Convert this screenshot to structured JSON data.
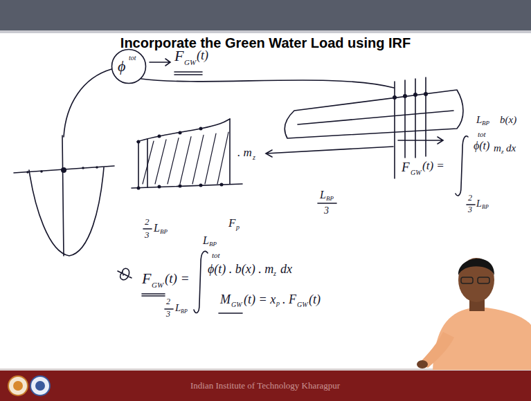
{
  "diagram": {
    "title": "Incorporate the Green Water Load using IRF",
    "nodes": [
      {
        "text": [
          "ϕ",
          "tot"
        ]
      }
    ],
    "labels": [
      "F",
      "GW",
      "(t)",
      ". m",
      "z",
      "2",
      "3",
      "L",
      "BP",
      "F",
      "p",
      "L",
      "BP",
      "3",
      "L",
      "BP",
      "b(x)",
      "tot",
      "ϕ(t)",
      "m",
      "z",
      "dx",
      "F",
      "GW",
      "(t) =",
      "2",
      "3",
      "L",
      "BP",
      "F",
      "GW",
      "(t) =",
      "L",
      "BP",
      "tot",
      "ϕ(t) . b(x) . m",
      "z",
      "dx",
      "2",
      "3",
      "L",
      "BP",
      "M",
      "GW",
      "(t) = x",
      "p",
      ". F",
      "GW",
      "(t)",
      "Indian Institute of Technology Kharagpur"
    ]
  }
}
